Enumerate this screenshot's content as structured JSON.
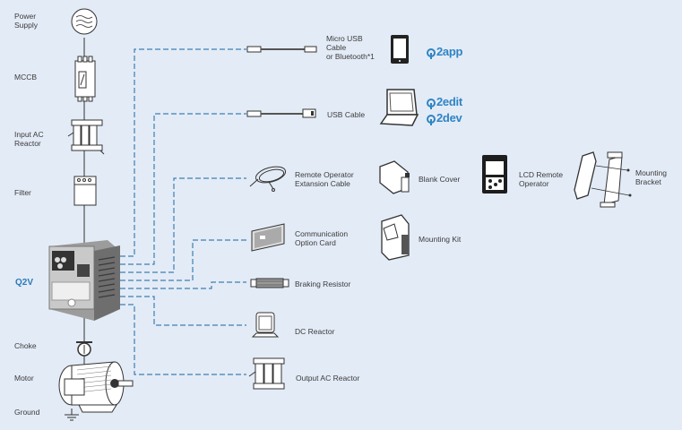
{
  "left_chain": {
    "power_supply": "Power\nSupply",
    "mccb": "MCCB",
    "input_ac_reactor": "Input AC\nReactor",
    "filter": "Filter",
    "q2v": "Q2V",
    "choke": "Choke",
    "motor": "Motor",
    "ground": "Ground"
  },
  "accessories": {
    "micro_usb": "Micro USB\nCable\nor Bluetooth*1",
    "usb_cable": "USB Cable",
    "remote_cable": "Remote Operator\nExtansion Cable",
    "blank_cover": "Blank Cover",
    "lcd_operator": "LCD Remote\nOperator",
    "mounting_bracket": "Mounting\nBracket",
    "comm_card": "Communication\nOption Card",
    "mounting_kit": "Mounting Kit",
    "braking_resistor": "Braking Resistor",
    "dc_reactor": "DC Reactor",
    "output_ac_reactor": "Output AC Reactor"
  },
  "software": {
    "q2app": "2app",
    "q2edit": "2edit",
    "q2dev": "2dev"
  },
  "colors": {
    "background": "#e3ebf6",
    "dashed_line": "#3d7fb3",
    "brand": "#2f84c4"
  }
}
